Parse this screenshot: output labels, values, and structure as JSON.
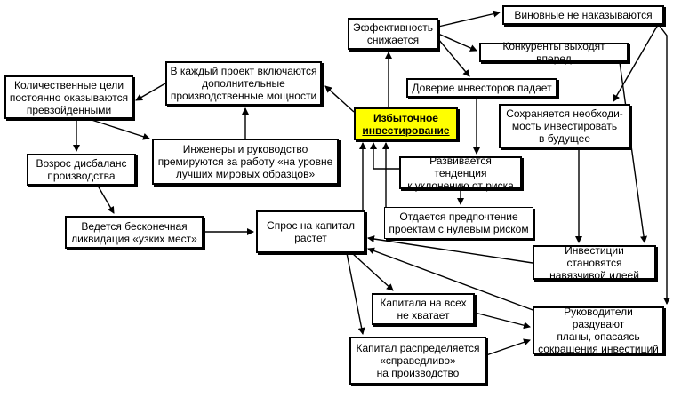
{
  "colors": {
    "highlight": "#ffff00",
    "line": "#000000",
    "background": "#ffffff"
  },
  "nodes": {
    "effectiveness": "Эффективность\nснижается",
    "not_punished": "Виновные не наказываются",
    "competitors": "Конкуренты выходят вперед",
    "investor_trust": "Доверие инвесторов падает",
    "each_project": "В каждый проект включаются\nдополнительные\nпроизводственные мощности",
    "quant_goals": "Количественные цели\nпостоянно оказываются\nпревзойденными",
    "overinvest": "Избыточное\nинвестирование",
    "need_invest": "Сохраняется необходи-\nмость инвестировать\nв будущее",
    "engineers": "Инженеры и руководство\nпремируются за работу «на уровне\nлучших мировых образцов»",
    "imbalance": "Возрос дисбаланс\nпроизводства",
    "risk_averse": "Развивается тенденция\nк уклонению от риска",
    "zero_risk": "Отдается предпочтение\nпроектам с нулевым риском",
    "bottlenecks": "Ведется бесконечная\nликвидация «узких мест»",
    "demand": "Спрос на капитал\nрастет",
    "obsession": "Инвестиции становятся\nнавязчивой идеей",
    "shortage": "Капитала на всех\nне хватает",
    "managers": "Руководители раздувают\nпланы, опасаясь\nсокращения инвестиций",
    "fair_alloc": "Капитал распределяется\n«справедливо»\nна производство"
  }
}
